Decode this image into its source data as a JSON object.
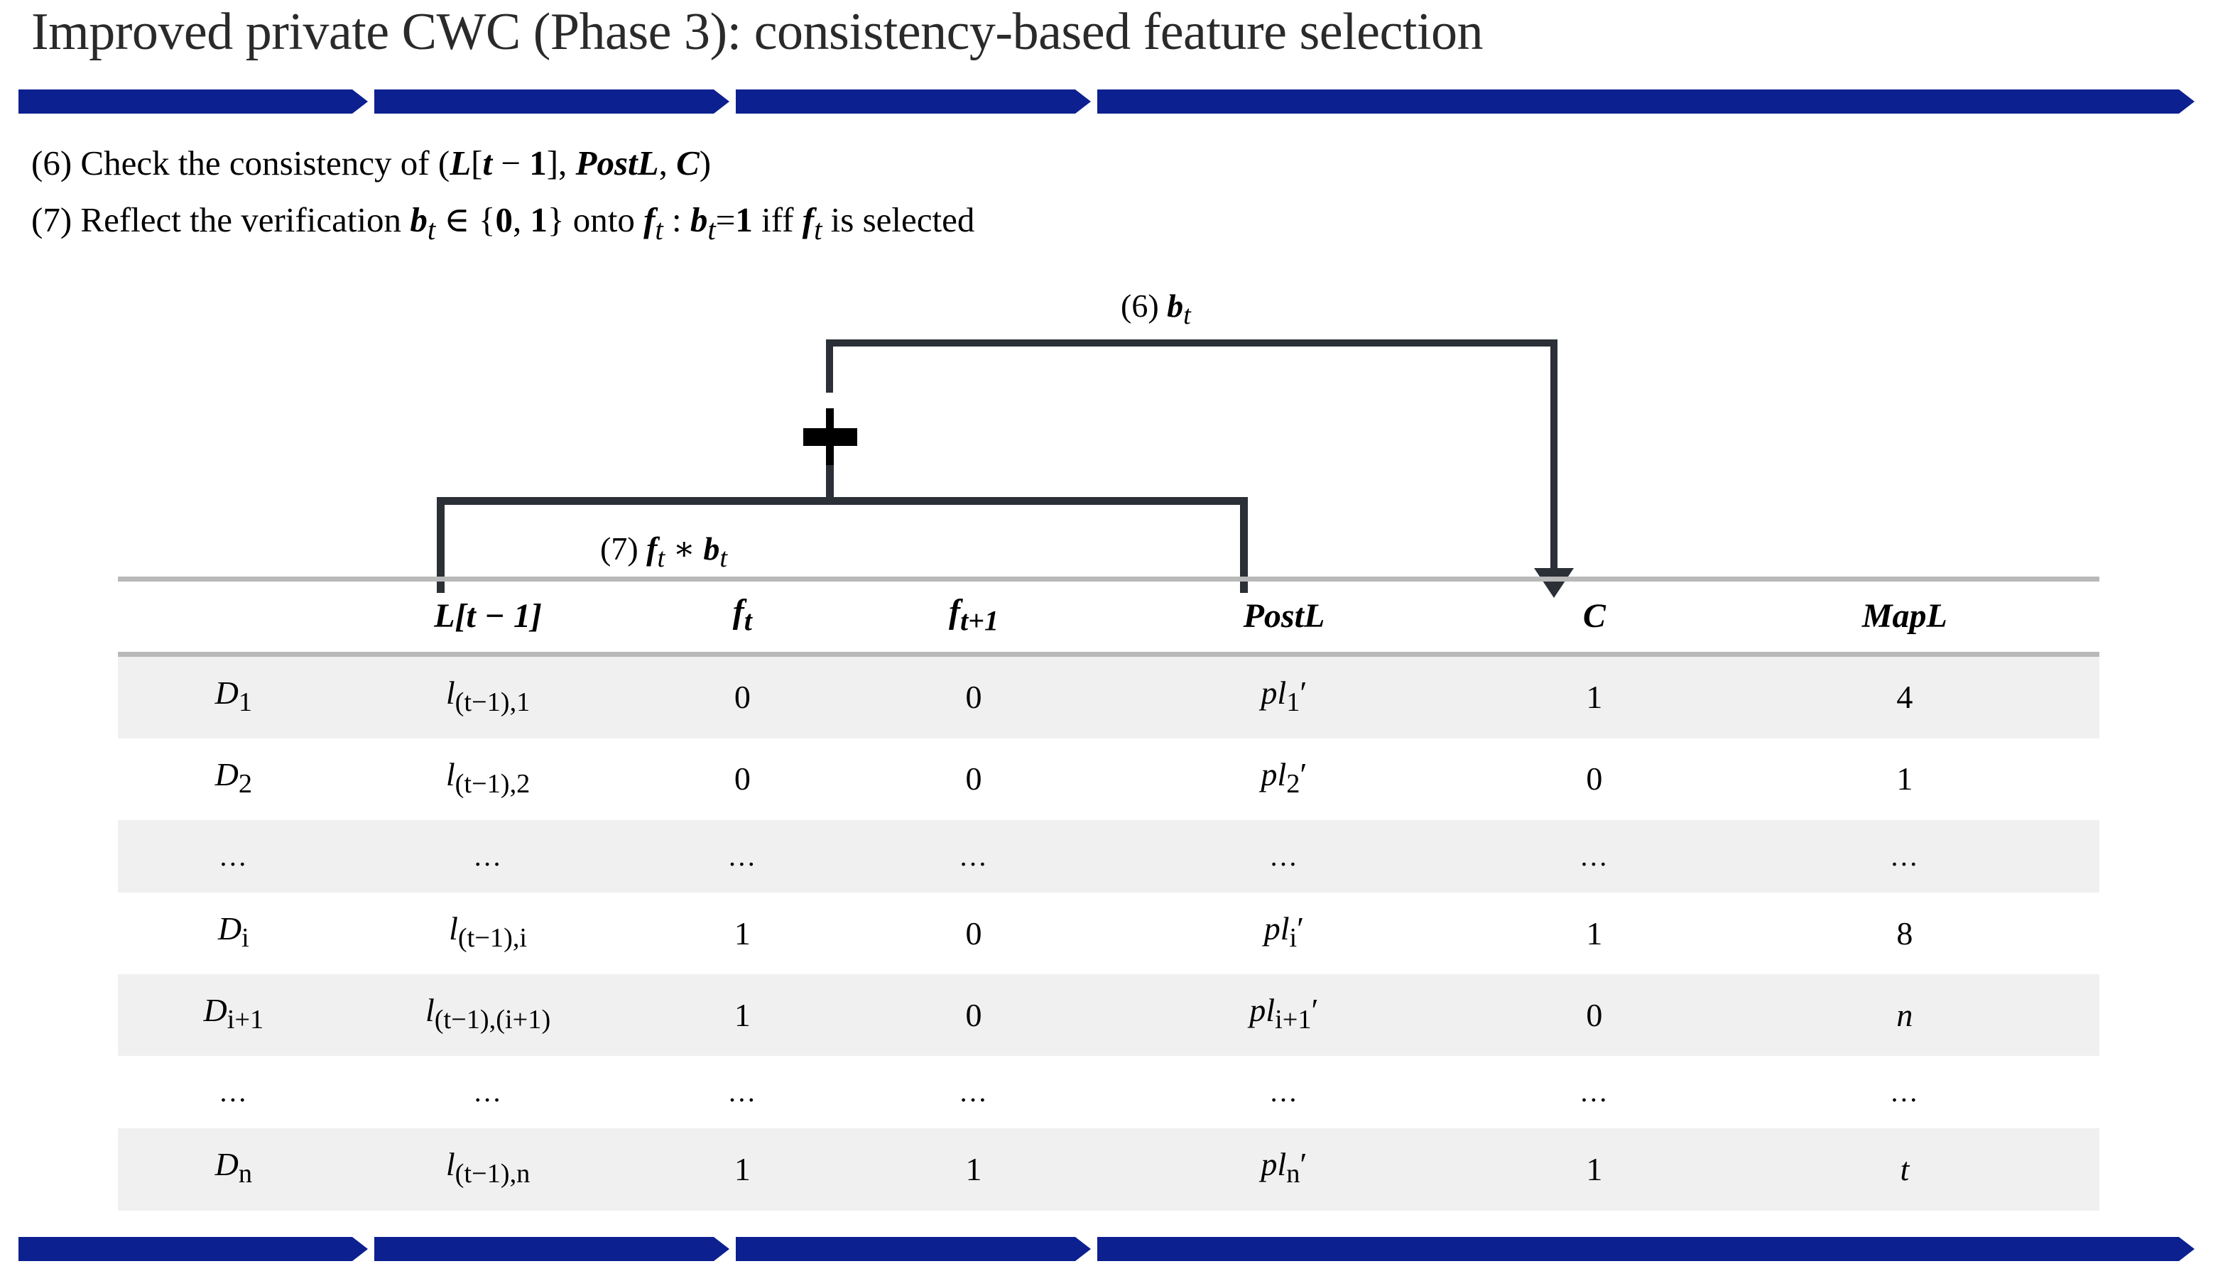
{
  "slide": {
    "title": "Improved private CWC (Phase 3): consistency-based feature selection",
    "accent_color": "#0d2090",
    "wire_color": "#2b2f36",
    "band_color": "#f0f0f0",
    "rule_color": "#b9b9b9"
  },
  "steps": [
    {
      "number": "(6)",
      "text_html": "(6) Check the consistency of (<b><i>L</i></b>[<b><i>t</i></b> − <b>1</b>], <b><i>PostL</i></b>, <b><i>C</i></b>)"
    },
    {
      "number": "(7)",
      "text_html": "(7) Reflect the verification <b><i>b</i></b><sub><i>t</i></sub> ∈ {<b>0</b>, <b>1</b>} onto <b><i>f</i></b><sub><i>t</i></sub>  :  <b><i>b</i></b><sub><i>t</i></sub>=<b>1</b>  iff  <b><i>f</i></b><sub><i>t</i></sub> is selected"
    }
  ],
  "diagram": {
    "bt_label": "(6) 𝒃ₜ",
    "bt_label_html": "(6) <b><i>b</i></b><sub><i>t</i></sub>",
    "ft_bt_label_html": "(7) <b><i>f</i></b><sub><i>t</i></sub> ∗ <b><i>b</i></b><sub><i>t</i></sub>",
    "operator": "+",
    "arrow_target_column": "C"
  },
  "table": {
    "headers": [
      "",
      "L[t − 1]",
      "fₜ",
      "fₜ₊₁",
      "PostL",
      "C",
      "MapL"
    ],
    "headers_html": [
      "",
      "<i>L</i>[<i>t</i> − 1]",
      "<i>f</i><sub>t</sub>",
      "<i>f</i><sub>t+1</sub>",
      "PostL",
      "C",
      "MapL"
    ],
    "rows": [
      {
        "banded": true,
        "cells_html": [
          "<i>D</i><sub>1</sub>",
          "<i>l</i><sub>(t−1),1</sub>",
          "0",
          "0",
          "<i>pl</i><sub>1</sub>′",
          "1",
          "4"
        ]
      },
      {
        "banded": false,
        "cells_html": [
          "<i>D</i><sub>2</sub>",
          "<i>l</i><sub>(t−1),2</sub>",
          "0",
          "0",
          "<i>pl</i><sub>2</sub>′",
          "0",
          "1"
        ]
      },
      {
        "banded": true,
        "cells_html": [
          "…",
          "…",
          "…",
          "…",
          "…",
          "…",
          "…"
        ]
      },
      {
        "banded": false,
        "cells_html": [
          "<i>D</i><sub>i</sub>",
          "<i>l</i><sub>(t−1),i</sub>",
          "1",
          "0",
          "<i>pl</i><sub>i</sub>′",
          "1",
          "8"
        ]
      },
      {
        "banded": true,
        "cells_html": [
          "<i>D</i><sub>i+1</sub>",
          "<i>l</i><sub>(t−1),(i+1)</sub>",
          "1",
          "0",
          "<i>pl</i><sub>i+1</sub>′",
          "0",
          "<i>n</i>"
        ]
      },
      {
        "banded": false,
        "cells_html": [
          "…",
          "…",
          "…",
          "…",
          "…",
          "…",
          "…"
        ]
      },
      {
        "banded": true,
        "cells_html": [
          "<i>D</i><sub>n</sub>",
          "<i>l</i><sub>(t−1),n</sub>",
          "1",
          "1",
          "<i>pl</i><sub>n</sub>′",
          "1",
          "<i>t</i>"
        ]
      }
    ]
  }
}
